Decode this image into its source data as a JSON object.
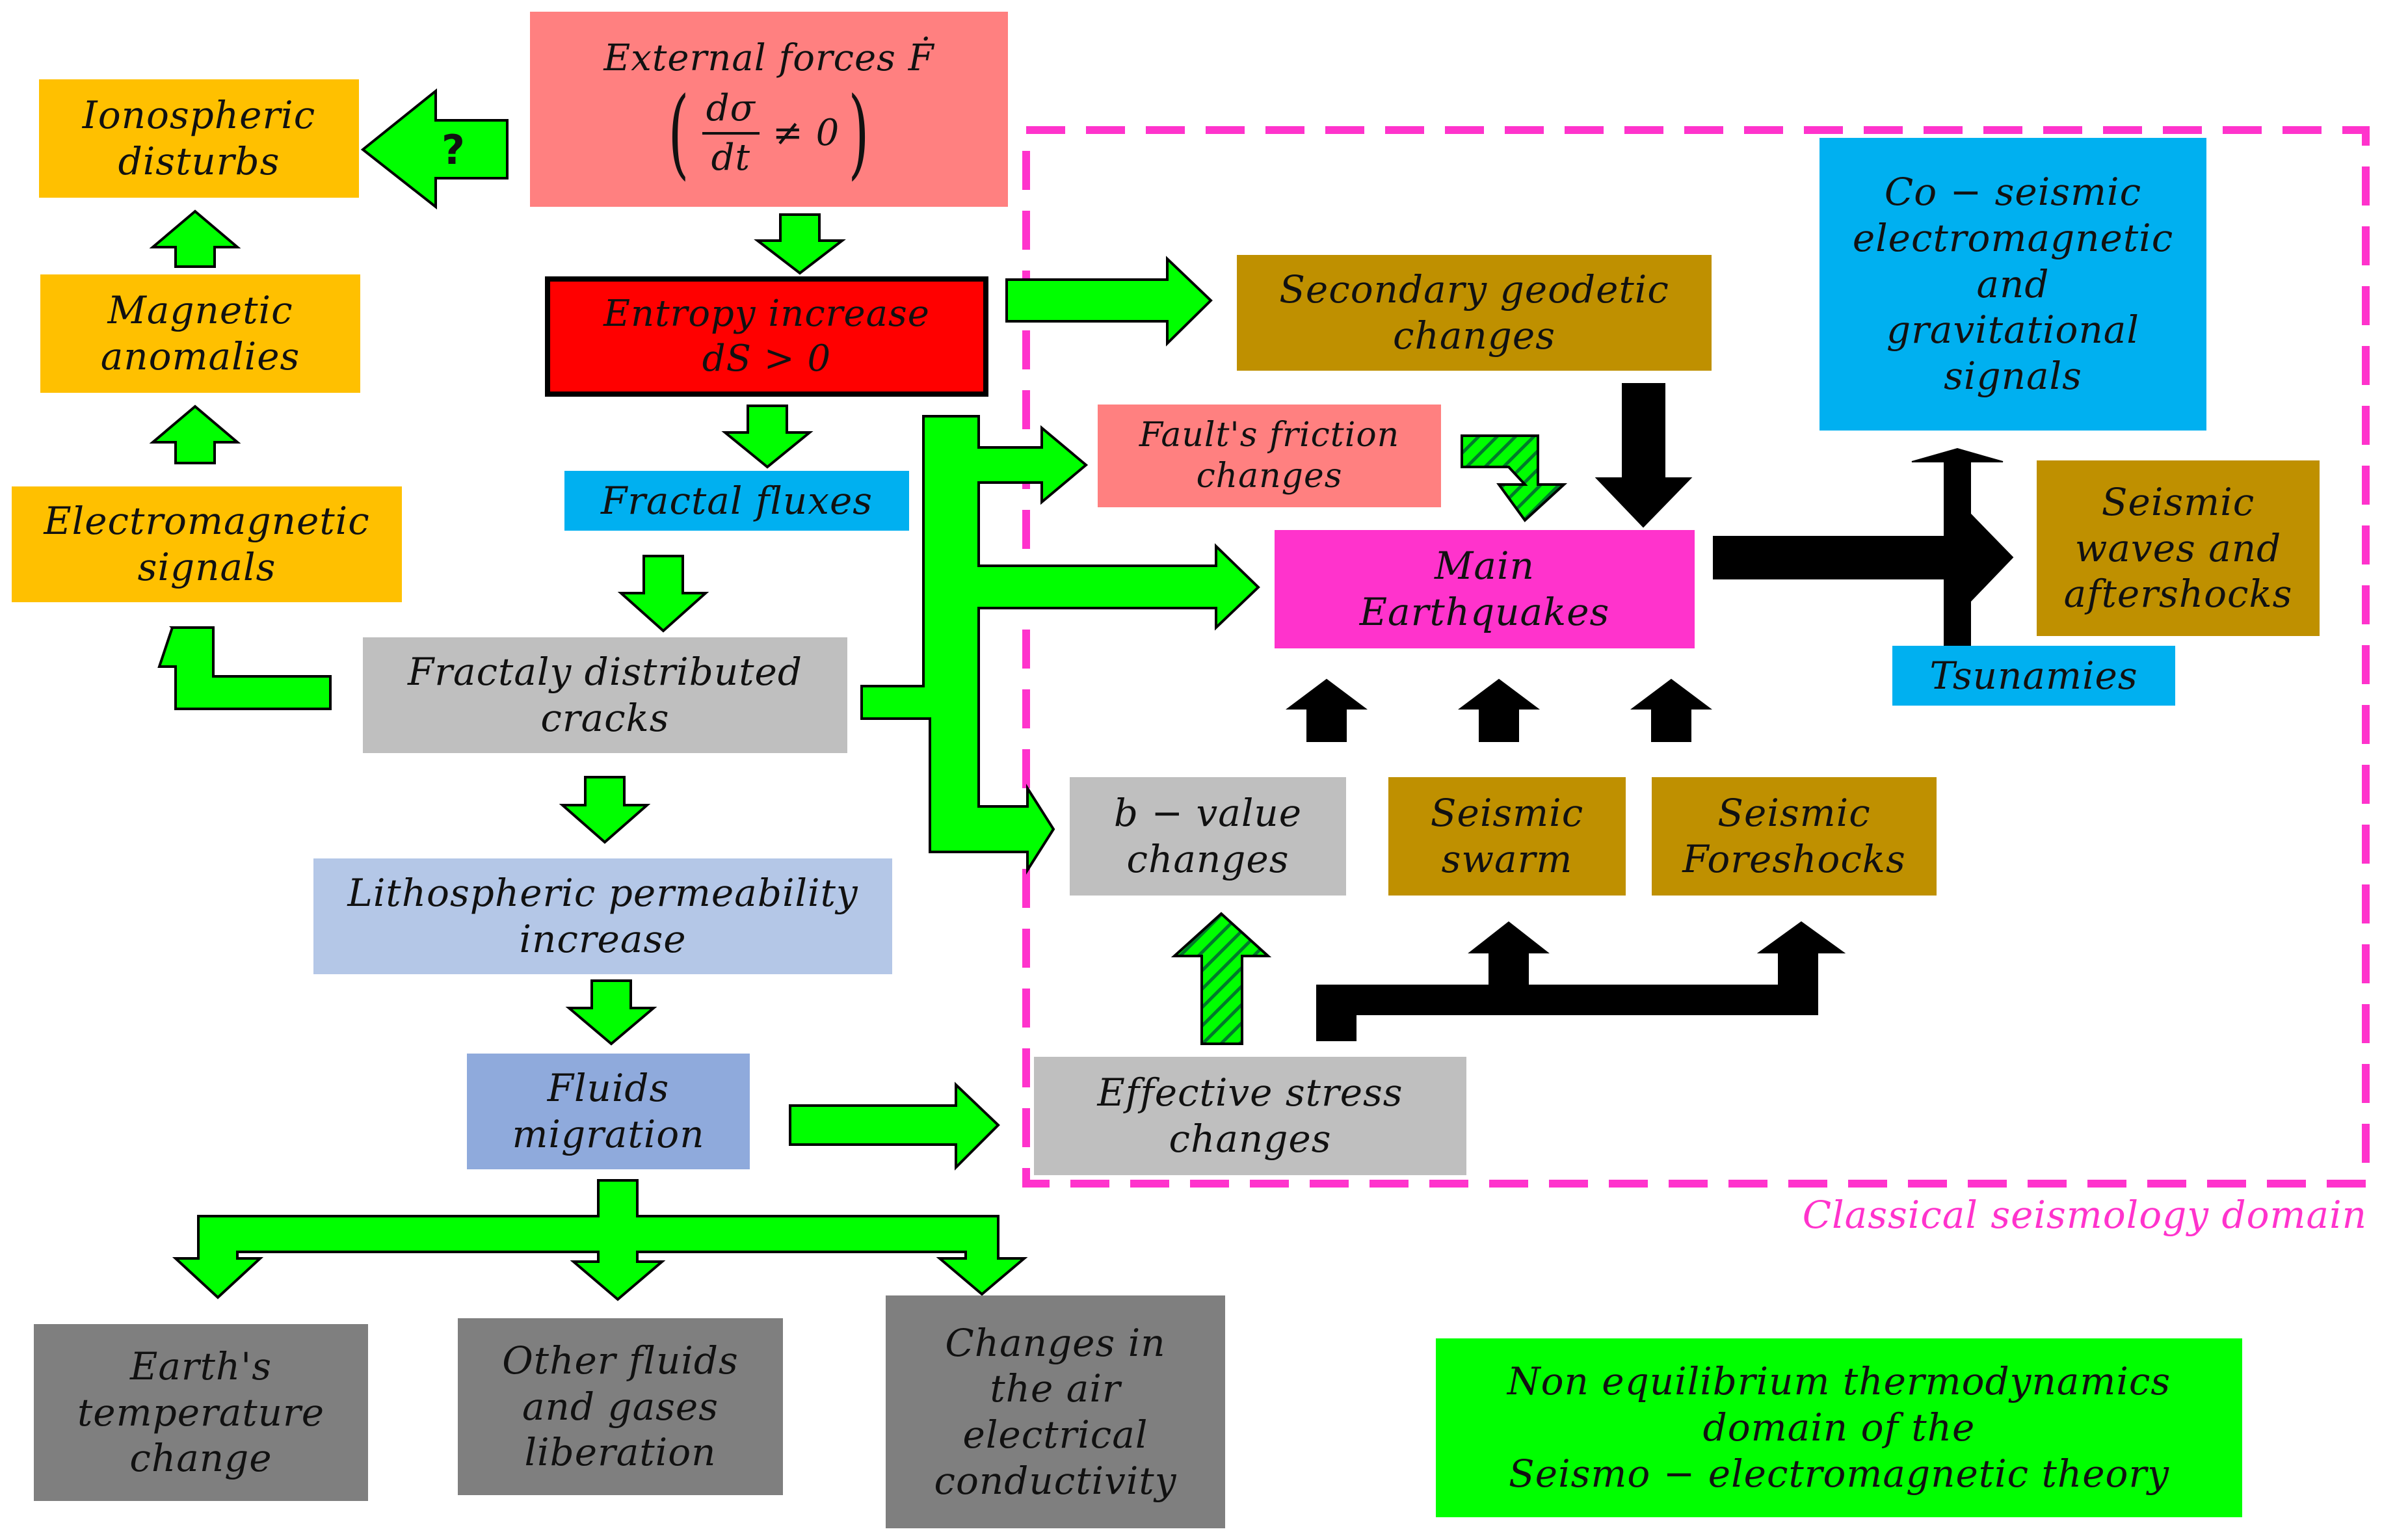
{
  "boxes": {
    "external_forces": {
      "line1": "External forces Ḟ",
      "frac_num": "dσ",
      "frac_den": "dt",
      "neq": "≠ 0"
    },
    "ionospheric": "Ionospheric\ndisturbs",
    "magnetic": "Magnetic\nanomalies",
    "electromagnetic": "Electromagnetic\nsignals",
    "entropy": "Entropy increase\ndS > 0",
    "fractal_fluxes": "Fractal fluxes",
    "fractal_cracks": "Fractaly distributed\ncracks",
    "lithospheric": "Lithospheric permeability\nincrease",
    "fluids": "Fluids\nmigration",
    "earth_temperature": "Earth's\ntemperature\nchange",
    "other_fluids": "Other fluids\nand gases\nliberation",
    "air_conductivity": "Changes in\nthe air\nelectrical\nconductivity",
    "secondary_geodetic": "Secondary geodetic\nchanges",
    "fault_friction": "Fault's friction\nchanges",
    "main_earthquakes": "Main\nEarthquakes",
    "b_value": "b − value\nchanges",
    "seismic_swarm": "Seismic\nswarm",
    "seismic_foreshocks": "Seismic\nForeshocks",
    "effective_stress": "Effective stress\nchanges",
    "coseismic": "Co − seismic\nelectromagnetic\nand\ngravitational\nsignals",
    "seismic_waves": "Seismic\nwaves and\naftershocks",
    "tsunamies": "Tsunamies",
    "non_equilibrium": "Non equilibrium thermodynamics\ndomain of the\nSeismo − electromagnetic theory"
  },
  "question_mark": "?",
  "domain_label": "Classical seismology domain",
  "colors": {
    "arrow_green": "#00ff00",
    "domain_border": "#ff33cc",
    "hatched_arrow": "#00b050",
    "black_arrow": "#000000"
  }
}
